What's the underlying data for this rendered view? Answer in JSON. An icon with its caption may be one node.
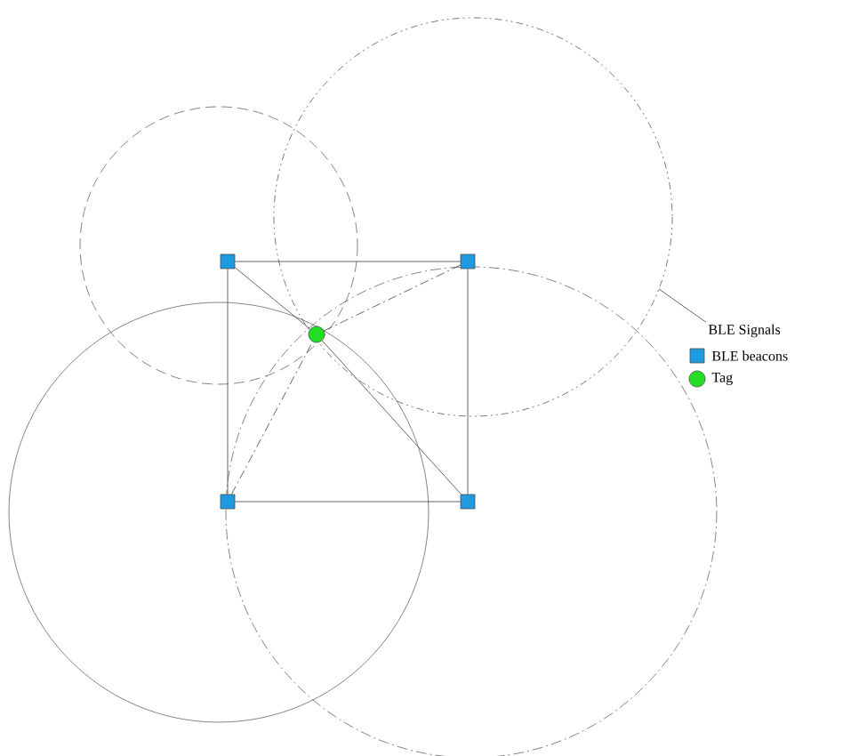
{
  "diagram": {
    "nodes": [
      {
        "text": [],
        "shape": "box"
      },
      {
        "text": [],
        "shape": "box"
      },
      {
        "text": [],
        "shape": "box"
      },
      {
        "text": [],
        "shape": "box"
      },
      {
        "text": [],
        "shape": "circle"
      },
      {
        "text": [
          "BLE Signals"
        ]
      }
    ],
    "edges": [
      {
        "from": 0,
        "to": 1,
        "arrow": "none"
      },
      {
        "from": 1,
        "to": 3,
        "arrow": "none"
      },
      {
        "from": 3,
        "to": 2,
        "arrow": "none"
      },
      {
        "from": 2,
        "to": 0,
        "arrow": "none"
      },
      {
        "from": 0,
        "to": 4,
        "arrow": "none"
      },
      {
        "from": 4,
        "to": 3,
        "arrow": "none"
      },
      {
        "from": 1,
        "to": 4,
        "arrow": "none",
        "style": "dashed"
      },
      {
        "from": 2,
        "to": 4,
        "arrow": "none",
        "style": "dashed"
      },
      {
        "from": 5,
        "to": null,
        "arrow": "none"
      }
    ],
    "legend": [
      {
        "text": "BLE beacons",
        "color": "#1e9be0"
      },
      {
        "text": "Tag",
        "color": "#22dd22"
      }
    ]
  }
}
